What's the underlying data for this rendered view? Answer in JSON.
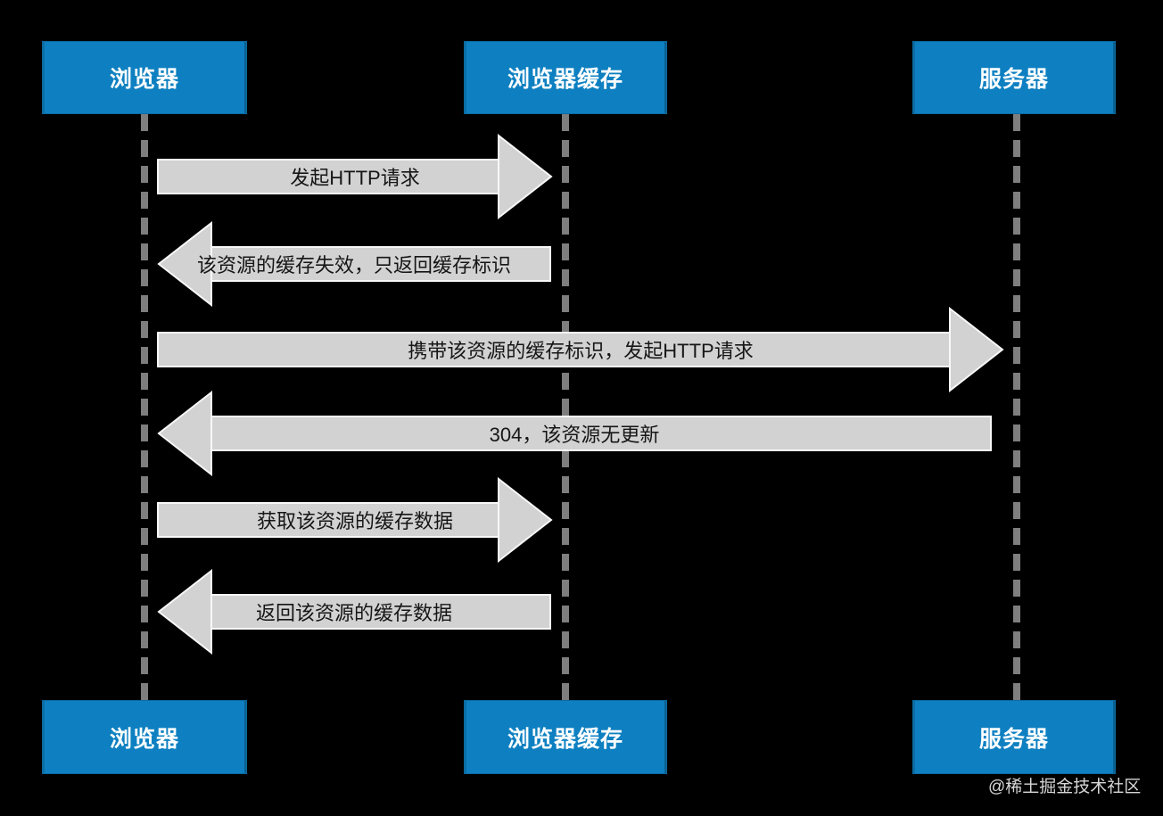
{
  "colors": {
    "background": "#000000",
    "actor_fill": "#0e80c1",
    "actor_text": "#ffffff",
    "arrow_fill": "#d2d2d2",
    "arrow_outline": "#f8f8f8",
    "arrow_text": "#161616",
    "lifeline": "#7e7e7e",
    "watermark_text": "#d6d6d6"
  },
  "diagram": {
    "type": "sequence-diagram",
    "actors_top": [
      {
        "label": "浏览器"
      },
      {
        "label": "浏览器缓存"
      },
      {
        "label": "服务器"
      }
    ],
    "actors_bottom": [
      {
        "label": "浏览器"
      },
      {
        "label": "浏览器缓存"
      },
      {
        "label": "服务器"
      }
    ],
    "messages": [
      {
        "label": "发起HTTP请求",
        "direction": "right",
        "from": "浏览器",
        "to": "浏览器缓存"
      },
      {
        "label": "该资源的缓存失效，只返回缓存标识",
        "direction": "left",
        "from": "浏览器缓存",
        "to": "浏览器"
      },
      {
        "label": "携带该资源的缓存标识，发起HTTP请求",
        "direction": "right",
        "from": "浏览器",
        "to": "服务器"
      },
      {
        "label": "304，该资源无更新",
        "direction": "left",
        "from": "服务器",
        "to": "浏览器"
      },
      {
        "label": "获取该资源的缓存数据",
        "direction": "right",
        "from": "浏览器",
        "to": "浏览器缓存"
      },
      {
        "label": "返回该资源的缓存数据",
        "direction": "left",
        "from": "浏览器缓存",
        "to": "浏览器"
      }
    ],
    "watermark": "@稀土掘金技术社区"
  }
}
